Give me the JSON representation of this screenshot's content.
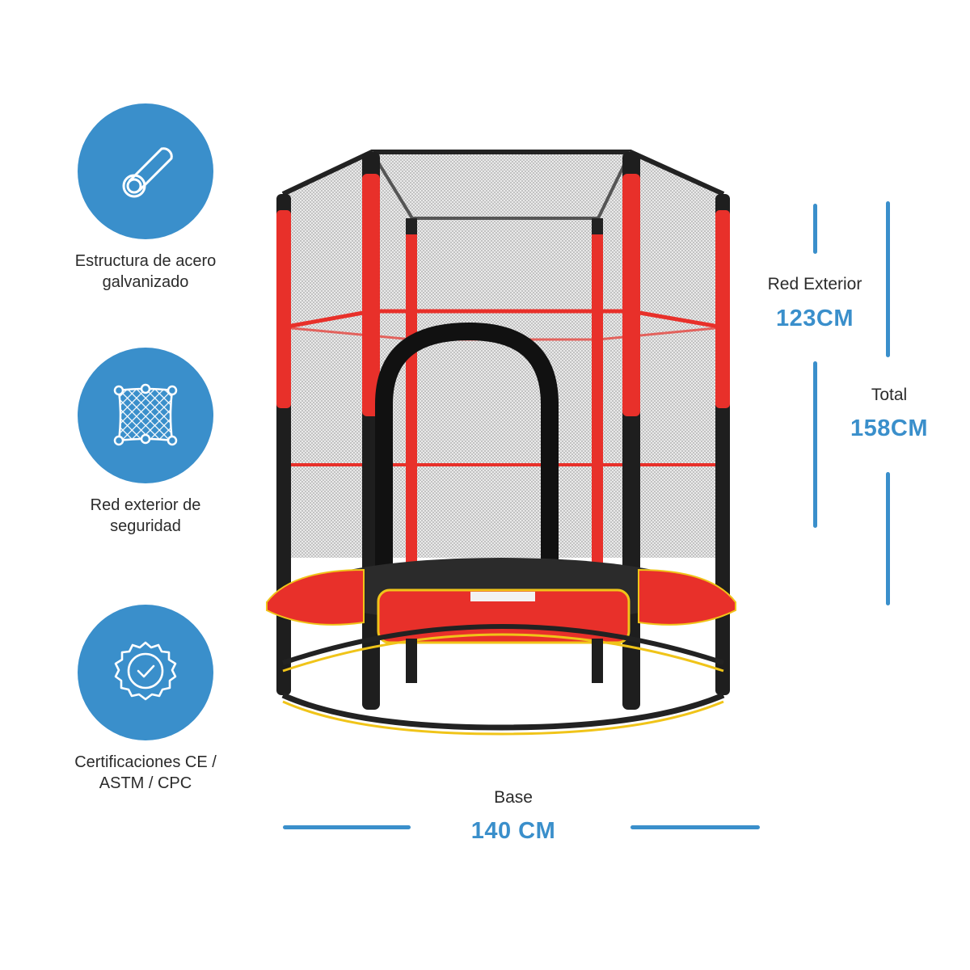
{
  "features": [
    {
      "icon": "steel-tube-icon",
      "label_line1": "Estructura de acero",
      "label_line2": "galvanizado"
    },
    {
      "icon": "safety-net-icon",
      "label_line1": "Red exterior de",
      "label_line2": "seguridad"
    },
    {
      "icon": "certification-badge-icon",
      "label_line1": "Certificaciones CE /",
      "label_line2": "ASTM / CPC"
    }
  ],
  "dimensions": {
    "net": {
      "label": "Red Exterior",
      "value": "123CM"
    },
    "total": {
      "label": "Total",
      "value": "158CM"
    },
    "base": {
      "label": "Base",
      "value": "140 CM"
    }
  },
  "product": {
    "name": "trampoline-with-safety-net"
  },
  "colors": {
    "accent": "#3a8fcb",
    "text": "#2b2b2b",
    "frame_red": "#e8302a",
    "frame_black": "#1e1e1e",
    "trim_yellow": "#f0c419"
  }
}
